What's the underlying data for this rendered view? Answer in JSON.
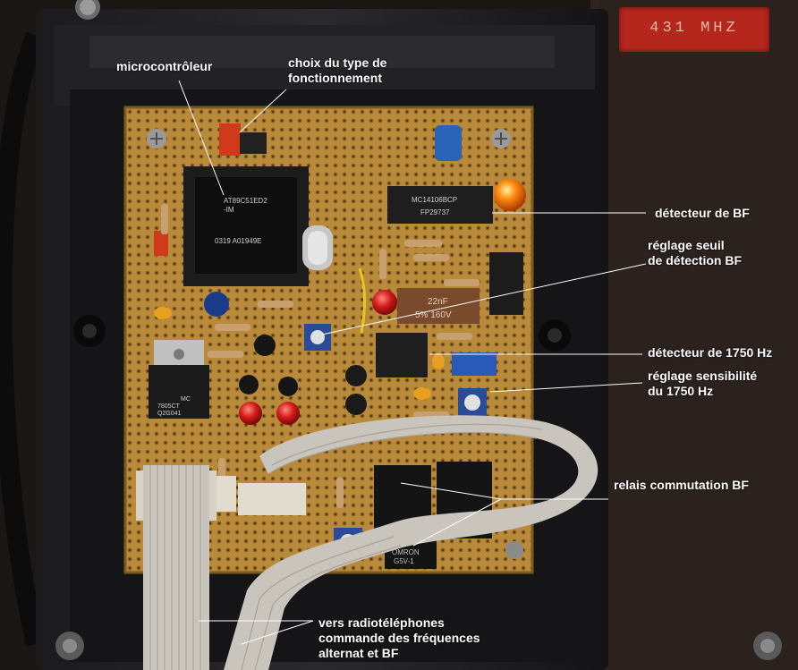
{
  "photo_tag": {
    "text": "431 MHZ"
  },
  "chip_markings": {
    "mcu": [
      "AT89C51ED2",
      "-IM",
      "0319 A01949E"
    ],
    "mc14106": [
      "MC14106BCP",
      "FP29737"
    ],
    "regulator": [
      "MC",
      "7805CT",
      "Q2G041"
    ],
    "capacitor": [
      "22nF",
      "5% 160V"
    ],
    "relay": [
      "OMRON",
      "G5V-1"
    ]
  },
  "annotations": {
    "microcontroleur": "microcontrôleur",
    "choix_line1": "choix du type de",
    "choix_line2": "fonctionnement",
    "detecteur_bf": "détecteur de BF",
    "reglage_seuil_line1": "réglage seuil",
    "reglage_seuil_line2": "de détection BF",
    "detecteur_1750": "détecteur de 1750 Hz",
    "reglage_sens_line1": "réglage sensibilité",
    "reglage_sens_line2": "du 1750 Hz",
    "relais": "relais commutation BF",
    "vers_line1": "vers radiotéléphones",
    "vers_line2": "commande des fréquences",
    "vers_line3": "alternat et BF"
  },
  "colors": {
    "annotation_text": "#ffffff",
    "pcb": "#b98a3a",
    "tag": "#b5261d",
    "ribbon": "#c9c4bc"
  }
}
